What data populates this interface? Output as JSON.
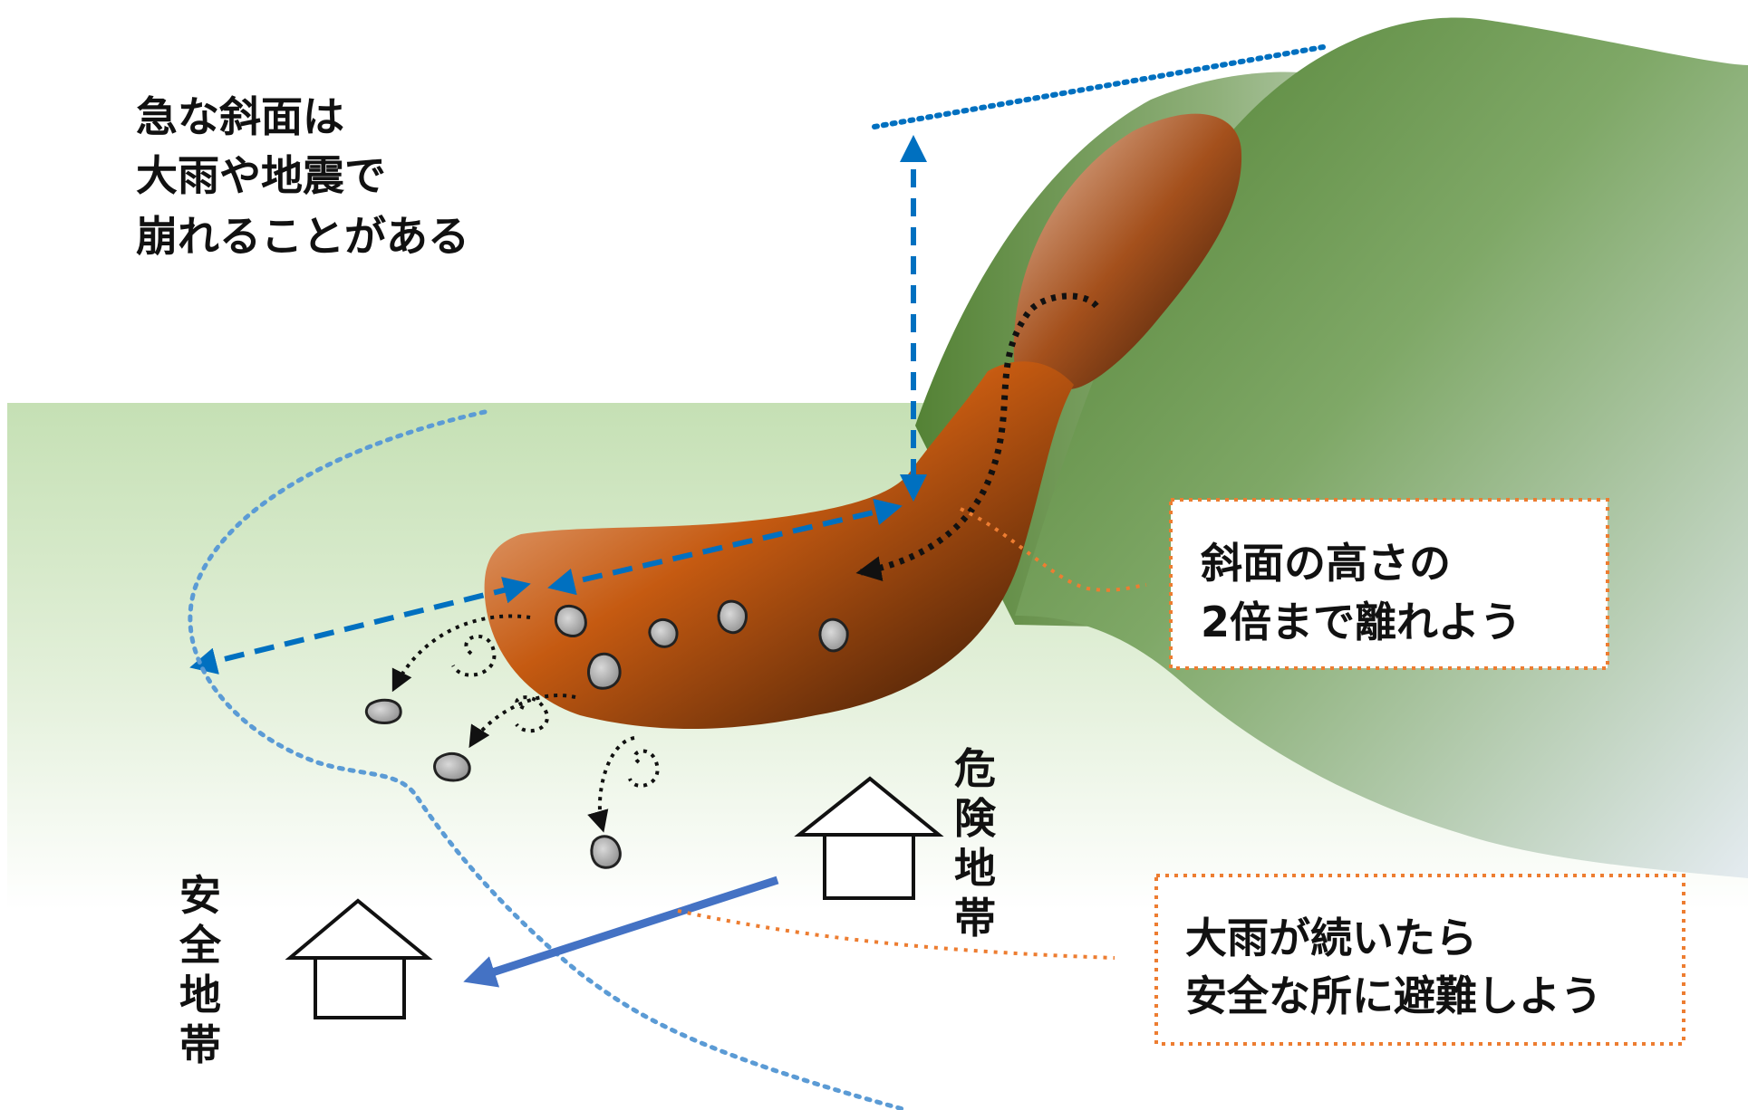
{
  "heading": {
    "lines": [
      "急な斜面は",
      "大雨や地震で",
      "崩れることがある"
    ]
  },
  "callouts": {
    "distance": {
      "lines": [
        "斜面の高さの",
        "2倍まで離れよう"
      ]
    },
    "evacuate": {
      "lines": [
        "大雨が続いたら",
        "安全な所に避難しよう"
      ]
    }
  },
  "zones": {
    "danger": {
      "chars": [
        "危",
        "険",
        "地",
        "帯"
      ]
    },
    "safe": {
      "chars": [
        "安",
        "全",
        "地",
        "帯"
      ]
    }
  },
  "colors": {
    "ground_top": "#c5e0b4",
    "ground_bottom": "#ffffff",
    "hill_dark": "#548235",
    "hill_light": "#dce6ec",
    "landslide_light": "#f2c9b0",
    "landslide_mid": "#c55a11",
    "landslide_dark": "#3b1a08",
    "measure_arrow": "#0070c0",
    "zone_boundary": "#5b9bd5",
    "evacuation_arrow": "#4472c4",
    "callout_border": "#ed7d31",
    "debris_path": "#111111"
  }
}
